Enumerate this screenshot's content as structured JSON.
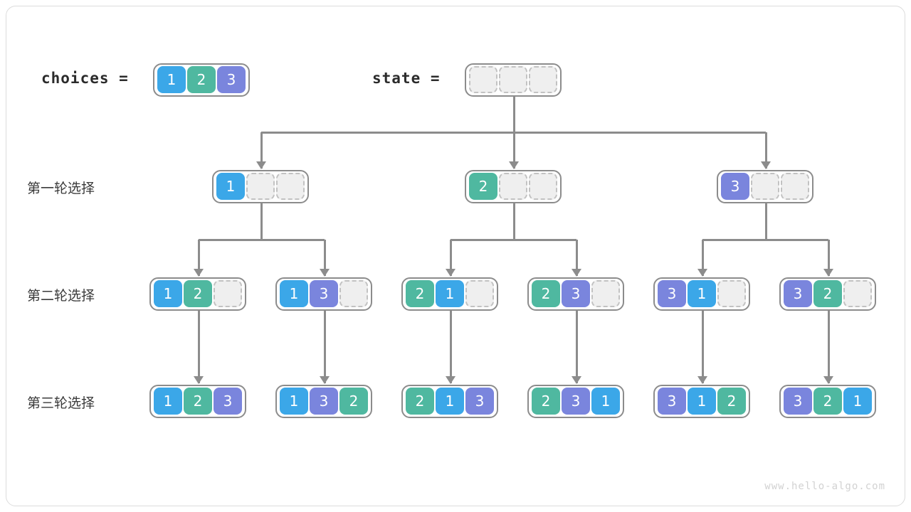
{
  "colors": {
    "one": "#3BA7E8",
    "two": "#4FB8A0",
    "three": "#7A85DD",
    "empty": "#EFEFEF",
    "border": "#8C8C8C",
    "connector": "#8C8C8C",
    "frame": "#DCDCDC",
    "text": "#2B2B2B"
  },
  "header": {
    "choices_label": "choices  =",
    "choices_values": [
      "1",
      "2",
      "3"
    ],
    "state_label": "state  =",
    "state_values": [
      "",
      "",
      ""
    ]
  },
  "rows": [
    {
      "label": "第一轮选择"
    },
    {
      "label": "第二轮选择"
    },
    {
      "label": "第三轮选择"
    }
  ],
  "level1": [
    {
      "values": [
        "1",
        "",
        ""
      ]
    },
    {
      "values": [
        "2",
        "",
        ""
      ]
    },
    {
      "values": [
        "3",
        "",
        ""
      ]
    }
  ],
  "level2": [
    {
      "values": [
        "1",
        "2",
        ""
      ]
    },
    {
      "values": [
        "1",
        "3",
        ""
      ]
    },
    {
      "values": [
        "2",
        "1",
        ""
      ]
    },
    {
      "values": [
        "2",
        "3",
        ""
      ]
    },
    {
      "values": [
        "3",
        "1",
        ""
      ]
    },
    {
      "values": [
        "3",
        "2",
        ""
      ]
    }
  ],
  "level3": [
    {
      "values": [
        "1",
        "2",
        "3"
      ]
    },
    {
      "values": [
        "1",
        "3",
        "2"
      ]
    },
    {
      "values": [
        "2",
        "1",
        "3"
      ]
    },
    {
      "values": [
        "2",
        "3",
        "1"
      ]
    },
    {
      "values": [
        "3",
        "1",
        "2"
      ]
    },
    {
      "values": [
        "3",
        "2",
        "1"
      ]
    }
  ],
  "watermark": "www.hello-algo.com"
}
